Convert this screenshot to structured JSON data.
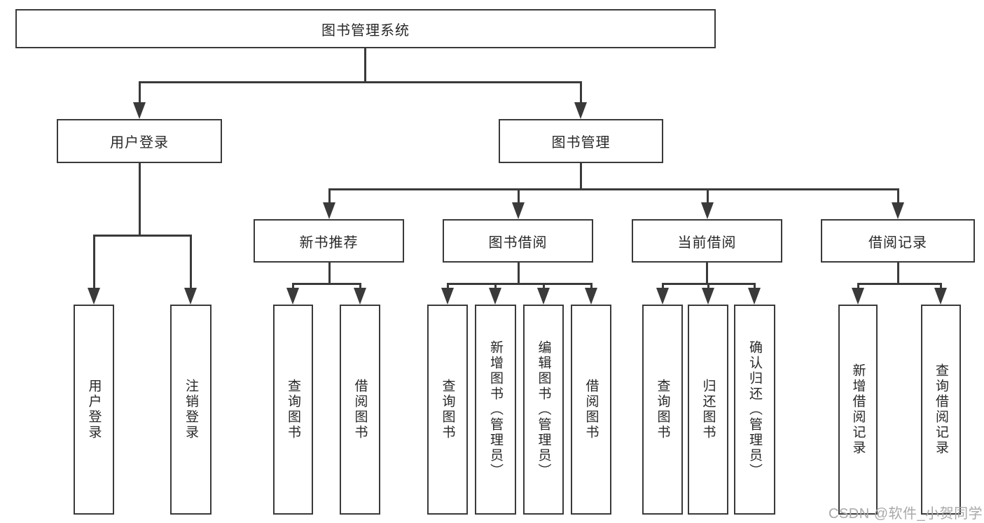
{
  "diagram": {
    "type": "hierarchy-tree",
    "title": "图书管理系统"
  },
  "colors": {
    "line": "#3a3a3a",
    "box_border": "#3a3a3a",
    "box_background": "#ffffff",
    "text": "#282828",
    "watermark": "#a9a9a9"
  },
  "nodes": {
    "root": {
      "label": "图书管理系统"
    },
    "level2": {
      "user_login": {
        "label": "用户登录"
      },
      "book_mgmt": {
        "label": "图书管理"
      }
    },
    "level3": {
      "new_book_rec": {
        "label": "新书推荐"
      },
      "book_borrow": {
        "label": "图书借阅"
      },
      "current_borrow": {
        "label": "当前借阅"
      },
      "borrow_record": {
        "label": "借阅记录"
      }
    },
    "leaves": [
      {
        "label": "用户登录",
        "parent": "用户登录"
      },
      {
        "label": "注销登录",
        "parent": "用户登录"
      },
      {
        "label": "查询图书",
        "parent": "新书推荐"
      },
      {
        "label": "借阅图书",
        "parent": "新书推荐"
      },
      {
        "label": "查询图书",
        "parent": "图书借阅"
      },
      {
        "label": "新增图书（管理员）",
        "parent": "图书借阅"
      },
      {
        "label": "编辑图书（管理员）",
        "parent": "图书借阅"
      },
      {
        "label": "借阅图书",
        "parent": "图书借阅"
      },
      {
        "label": "查询图书",
        "parent": "当前借阅"
      },
      {
        "label": "归还图书",
        "parent": "当前借阅"
      },
      {
        "label": "确认归还（管理员）",
        "parent": "当前借阅"
      },
      {
        "label": "新增借阅记录",
        "parent": "借阅记录"
      },
      {
        "label": "查询借阅记录",
        "parent": "借阅记录"
      }
    ]
  },
  "watermark": {
    "text": "CSDN @软件_小贺同学"
  }
}
